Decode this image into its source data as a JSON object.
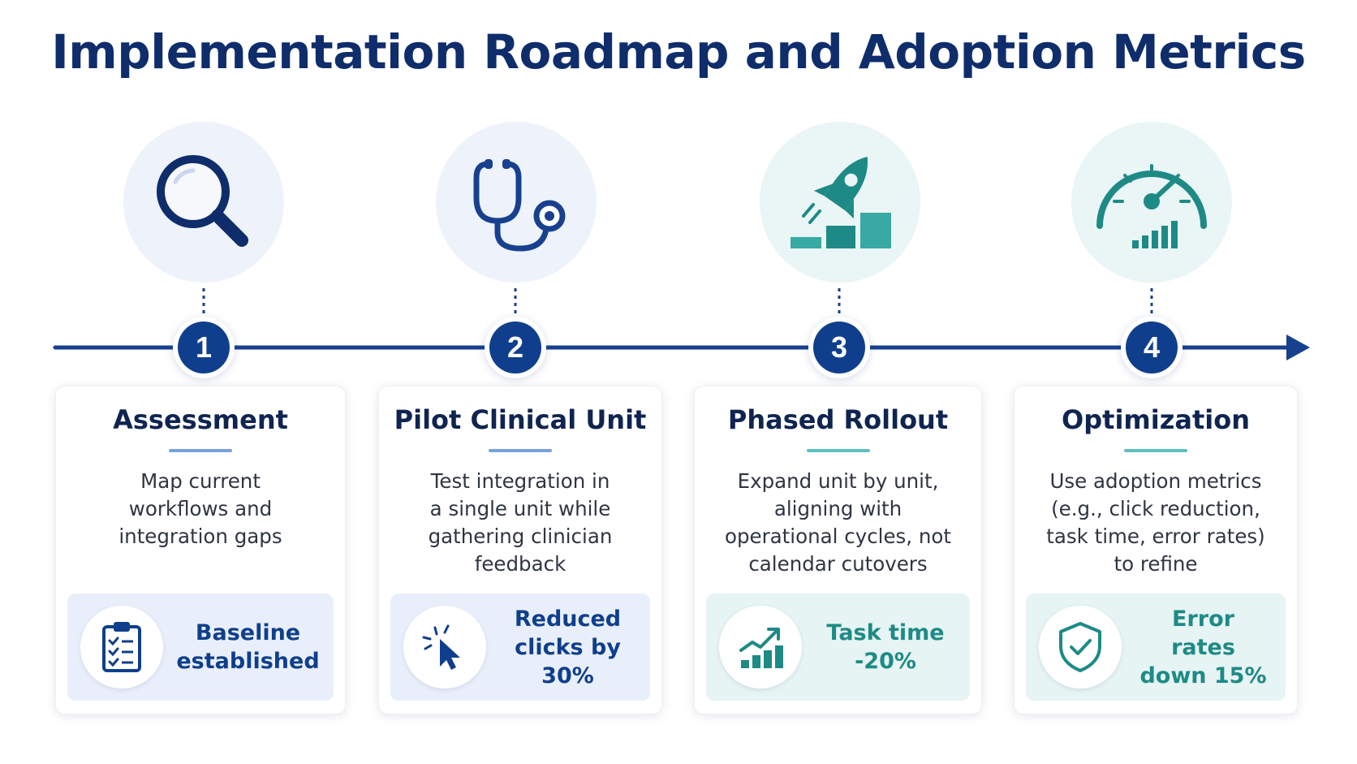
{
  "title": "Implementation Roadmap and Adoption Metrics",
  "colors": {
    "navy": "#0f3f8c",
    "teal": "#1e8a86",
    "blue_light": "#7aa0dc",
    "teal_light": "#5fc0bb"
  },
  "steps": [
    {
      "number": "1",
      "icon": "magnifying-glass-icon",
      "title": "Assessment",
      "description": "Map current workflows and integration gaps",
      "metric_icon": "clipboard-checklist-icon",
      "metric": "Baseline established"
    },
    {
      "number": "2",
      "icon": "stethoscope-icon",
      "title": "Pilot Clinical Unit",
      "description": "Test integration in a single unit while gathering clinician feedback",
      "metric_icon": "cursor-click-icon",
      "metric": "Reduced clicks by 30%"
    },
    {
      "number": "3",
      "icon": "rocket-growth-icon",
      "title": "Phased Rollout",
      "description": "Expand unit by unit, aligning with operational cycles, not calendar cutovers",
      "metric_icon": "trend-up-chart-icon",
      "metric": "Task time -20%"
    },
    {
      "number": "4",
      "icon": "speedometer-gauge-icon",
      "title": "Optimization",
      "description": "Use adoption metrics (e.g., click reduction, task time, error rates) to refine",
      "metric_icon": "shield-check-icon",
      "metric": "Error rates down 15%"
    }
  ]
}
